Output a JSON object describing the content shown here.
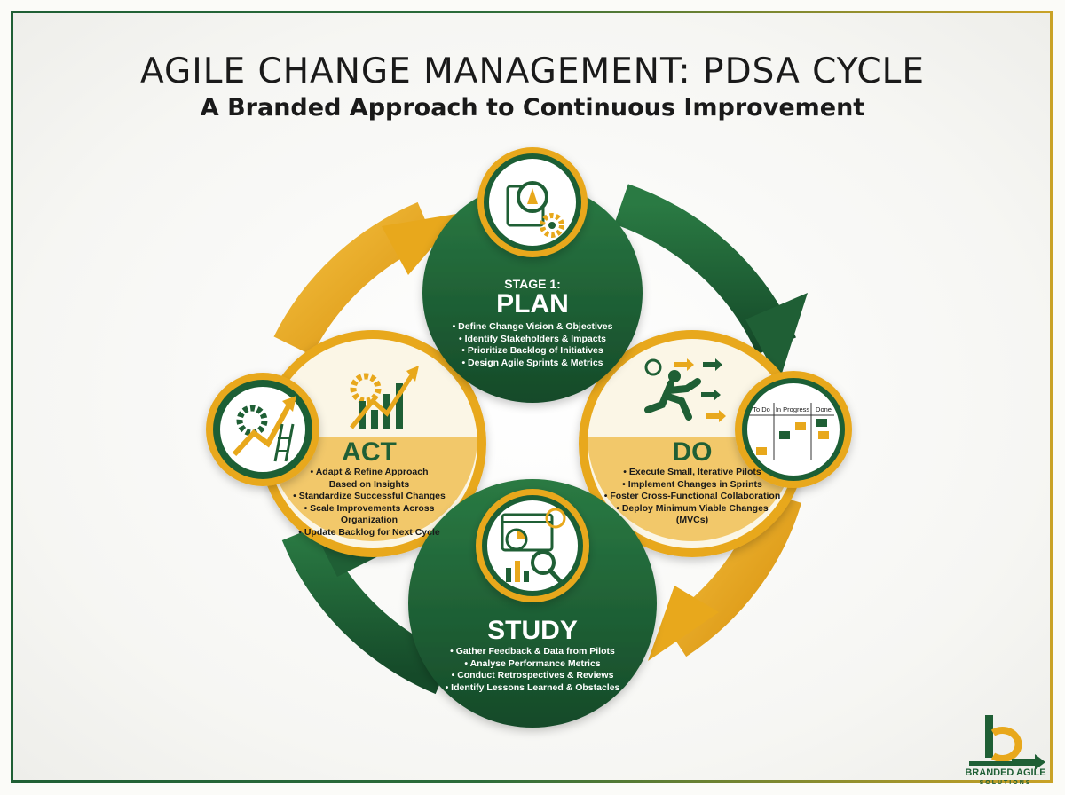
{
  "header": {
    "title": "AGILE CHANGE MANAGEMENT: PDSA CYCLE",
    "subtitle": "A Branded Approach to Continuous Improvement"
  },
  "colors": {
    "green": "#1f5f35",
    "gold": "#e8a81c",
    "light_gold": "#f2c86a",
    "cream": "#fbf6e6"
  },
  "stages": {
    "plan": {
      "label": "STAGE 1:",
      "name": "PLAN",
      "icon": "plan-compass-gear-icon",
      "bullets": [
        "Define Change Vision & Objectives",
        "Identify Stakeholders & Impacts",
        "Prioritize Backlog of Initiatives",
        "Design Agile Sprints & Metrics"
      ]
    },
    "do": {
      "name": "DO",
      "icon": "running-person-icon",
      "board_columns": [
        "To Do",
        "In Progress",
        "Done"
      ],
      "bullets": [
        "Execute Small, Iterative Pilots",
        "Implement Changes in Sprints",
        "Foster Cross-Functional Collaboration",
        "Deploy Minimum Viable Changes (MVCs)"
      ]
    },
    "study": {
      "name": "STUDY",
      "icon": "analytics-magnifier-icon",
      "bullets": [
        "Gather Feedback & Data from Pilots",
        "Analyse Performance Metrics",
        "Conduct Retrospectives & Reviews",
        "Identify Lessons Learned & Obstacles"
      ]
    },
    "act": {
      "name": "ACT",
      "icon": "gear-growth-arrow-icon",
      "bullets": [
        "Adapt & Refine Approach Based on Insights",
        "Standardize Successful Changes",
        "Scale Improvements Across Organization",
        "Update Backlog for Next Cycle"
      ]
    }
  },
  "logo": {
    "line1": "BRANDED AGILE",
    "line2": "SOLUTIONS"
  }
}
